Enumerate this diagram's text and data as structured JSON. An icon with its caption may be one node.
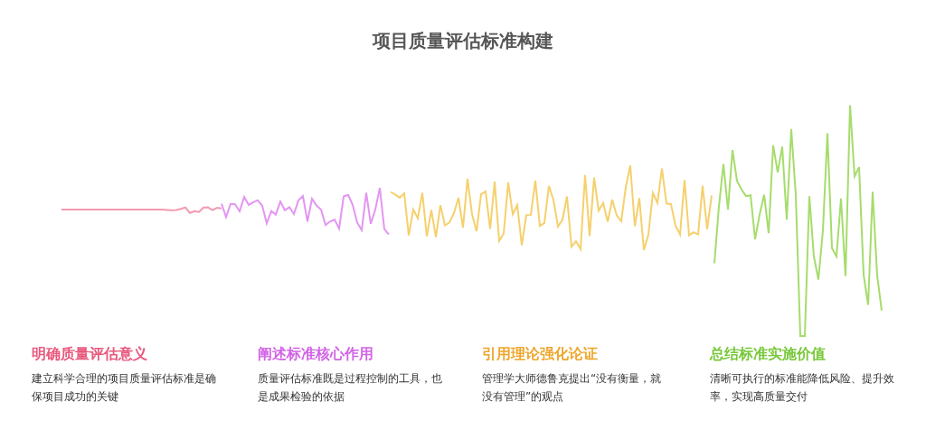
{
  "diagram": {
    "title": "项目质量评估标准构建",
    "labels": [
      "明确质量评估意义",
      "建立科学合理的项目质量评估标准是确保项目成功的关键",
      "阐述标准核心作用",
      "质量评估标准既是过程控制的工具，也是成果检验的依据",
      "引用理论强化论证",
      "管理学大师德鲁克提出“没有衡量，就没有管理”的观点",
      "总结标准实施价值",
      "清晰可执行的标准能降低风险、提升效率，实现高质量交付"
    ]
  }
}
